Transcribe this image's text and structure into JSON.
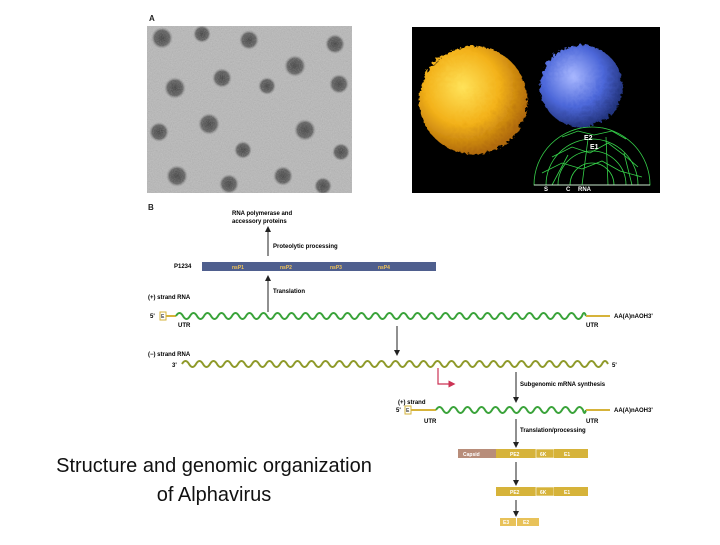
{
  "panel_a": {
    "label": "A",
    "structure_labels": {
      "e2": "E2",
      "e1": "E1",
      "s": "S",
      "c": "C",
      "rna": "RNA"
    }
  },
  "panel_b": {
    "label": "B",
    "polyprotein": {
      "name": "P1234",
      "segments": [
        "nsP1",
        "nsP2",
        "nsP3",
        "nsP4"
      ],
      "color": "#4f5f8e"
    },
    "annotations": {
      "rna_polymerase": "RNA polymerase and",
      "accessory": "accessory proteins",
      "proteolytic": "Proteolytic processing",
      "translation": "Translation",
      "subgenomic": "Subgenomic mRNA synthesis",
      "translation_processing": "Translation/processing"
    },
    "strand1": {
      "label": "(+) strand RNA",
      "five_prime": "5'",
      "cap": "E",
      "left_utr": "UTR",
      "right_utr": "UTR",
      "tail": "AA(A)nAOH3'"
    },
    "strand2": {
      "label": "(−) strand RNA",
      "three_prime": "3'",
      "five_prime": "5'"
    },
    "strand3": {
      "label": "(+) strand",
      "five_prime": "5'",
      "cap": "E",
      "left_utr": "UTR",
      "right_utr": "UTR",
      "tail": "AA(A)nAOH3'"
    },
    "structural_rows": [
      [
        "Capsid",
        "PE2",
        "6K",
        "E1"
      ],
      [
        "PE2",
        "6K",
        "E1"
      ],
      [
        "E3",
        "E2"
      ]
    ],
    "colors": {
      "rna_green": "#3aa33a",
      "rna_olive": "#8f9a2a",
      "gold": "#d6b33a",
      "capsid": "#b88d7a",
      "arrow_red": "#cc3355"
    }
  },
  "caption": {
    "line1": "Structure and genomic organization",
    "line2": "of Alphavirus"
  }
}
